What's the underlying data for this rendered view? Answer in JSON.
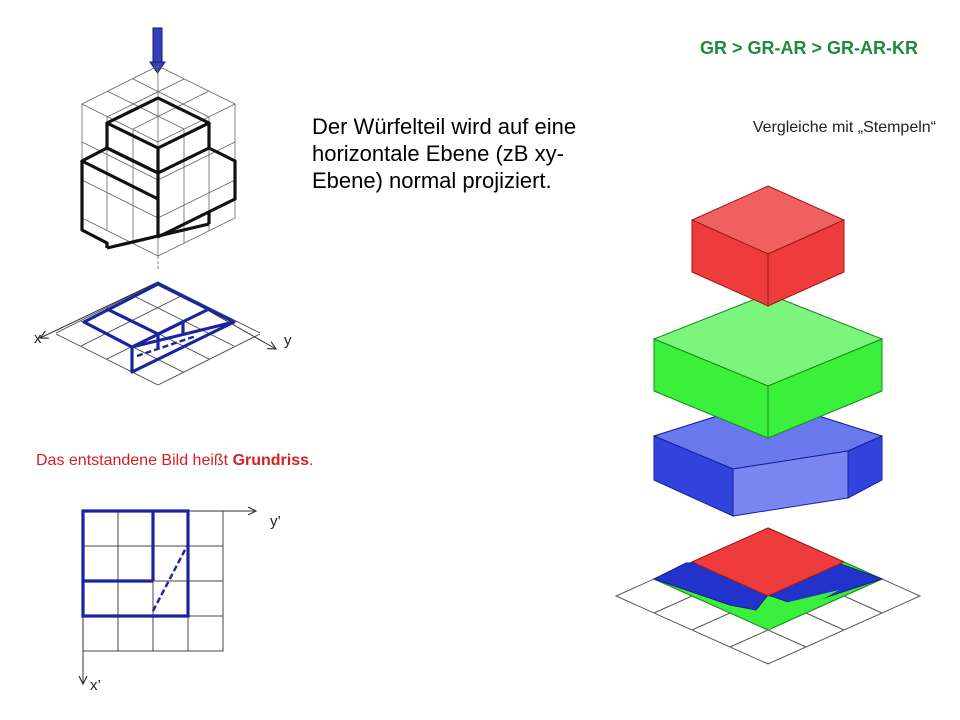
{
  "breadcrumb": "GR > GR-AR > GR-AR-KR",
  "description": "Der Würfelteil wird auf eine horizontale Ebene (zB xy-Ebene) normal projiziert.",
  "compare_text": "Vergleiche mit „Stempeln“",
  "caption": {
    "prefix": "Das entstandene Bild heißt ",
    "term": "Grundriss",
    "suffix": "."
  },
  "axis_labels": {
    "x": "x",
    "y": "y",
    "x_prime": "x’",
    "y_prime": "y’"
  },
  "colors": {
    "breadcrumb": "#1e8a3c",
    "caption": "#d62020",
    "outline_blue": "#1a24a0",
    "stamp_red": "#ee3b3b",
    "stamp_green": "#3af03a",
    "stamp_blue": "#3344dd",
    "arrow_blue": "#3340c0"
  }
}
